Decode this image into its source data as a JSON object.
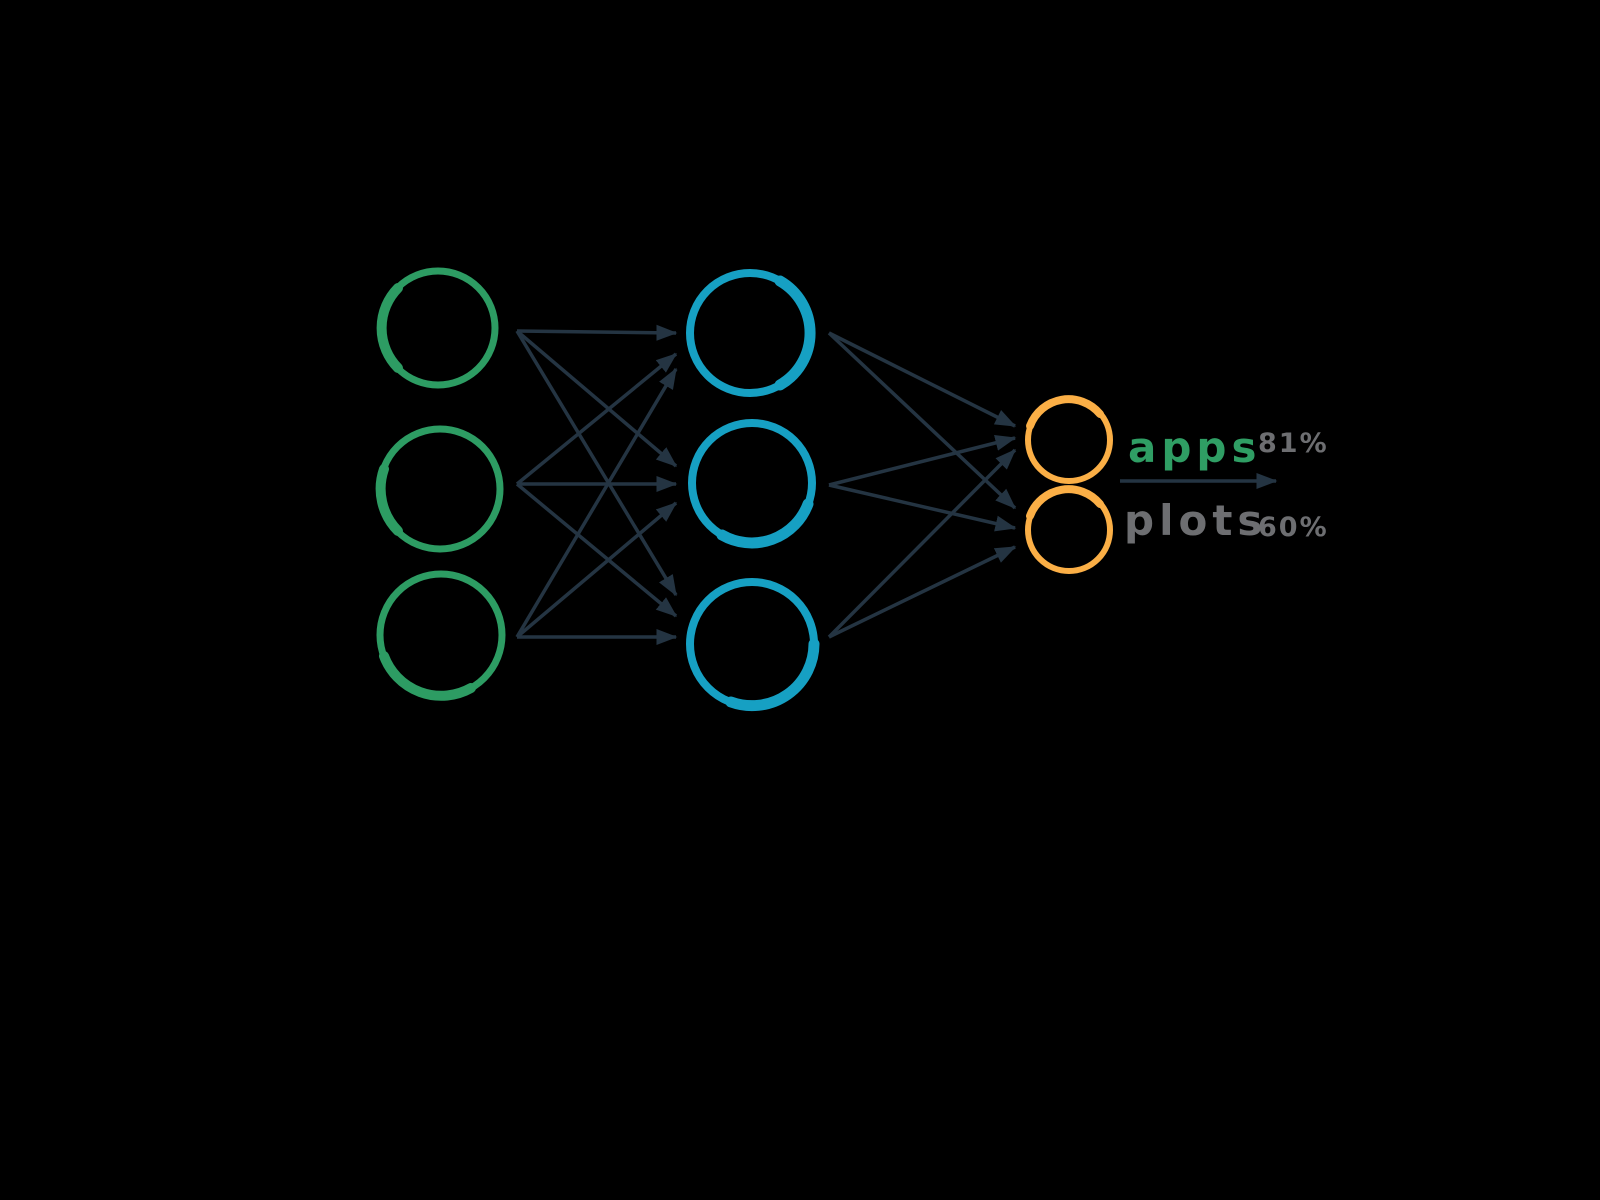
{
  "scene": {
    "background_color": "#000000",
    "description": "Hand-drawn neural network diagram with three layers"
  },
  "network": {
    "edge_color": "#243442",
    "layers": [
      {
        "name": "input",
        "node_count": 3,
        "node_color": "#2D9C63"
      },
      {
        "name": "hidden",
        "node_count": 3,
        "node_color": "#16A0C3"
      },
      {
        "name": "output",
        "node_count": 2,
        "node_color": "#FBAF46"
      }
    ],
    "edges": {
      "input_to_hidden": 9,
      "hidden_to_output": 6
    }
  },
  "outputs": {
    "top": {
      "label": "apps",
      "value": "81%",
      "label_color": "#2F9E64",
      "value_color": "#6D6E71"
    },
    "bottom": {
      "label": "plots",
      "value": "60%",
      "label_color": "#6D6E71",
      "value_color": "#6D6E71"
    },
    "arrow_color": "#243442"
  }
}
